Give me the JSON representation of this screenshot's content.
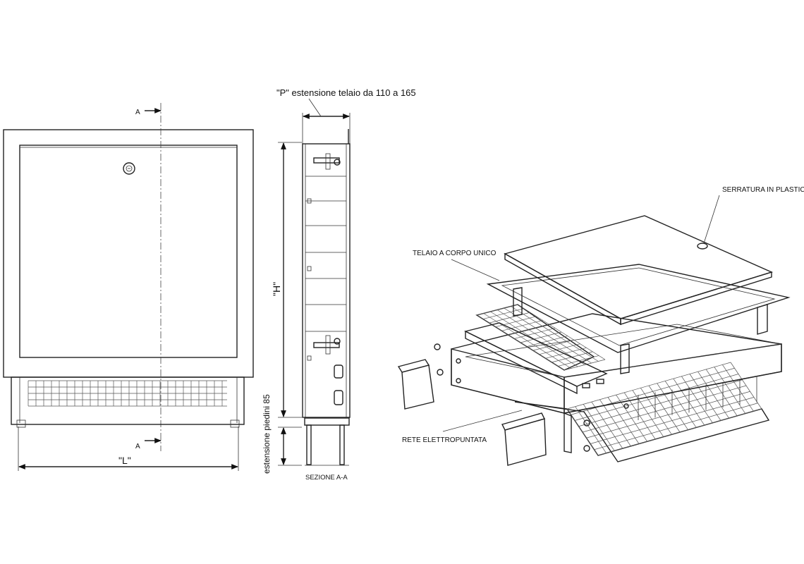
{
  "labels": {
    "section_mark_top": "A",
    "section_mark_bottom": "A",
    "width_dim": "\"L\"",
    "height_dim": "\"H\"",
    "depth_dim": "\"P\" estensione telaio da 110 a 165",
    "feet_dim": "estensione piedini 85",
    "section_title": "SEZIONE A-A",
    "lock_callout": "SERRATURA IN PLASTICA",
    "frame_callout": "TELAIO A CORPO UNICO",
    "mesh_callout": "RETE ELETTROPUNTATA"
  }
}
